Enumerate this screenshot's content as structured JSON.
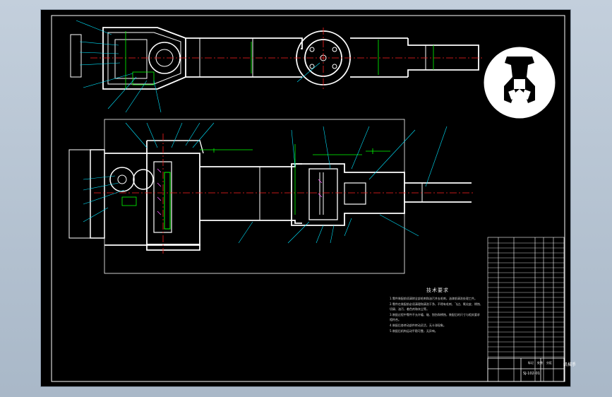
{
  "technical_requirements": {
    "title": "技术要求",
    "items": [
      "1.零件装配前须清除全部毛刺和油污并去毛刺，油漆前清洗处理工件。",
      "2.零件在装配前必须清理和清洗干净，不得有毛刺、飞边、氧化皮、锈蚀、",
      "切屑、油污、着色剂和灰尘等。",
      "3.装配过程中零件不允许磕、碰、划伤和锈蚀，装配后的尺寸与相关要求",
      "相符合。",
      "4.装配后各转动部件转动灵活，无卡滞现象。",
      "5.装配后机构运动平稳可靠，无异响。"
    ]
  },
  "title_block": {
    "drawing_name": "机械手",
    "labels": [
      "标记",
      "处数",
      "分区"
    ],
    "code": "SJ-102-01"
  },
  "colors": {
    "background_outer": "#b4c2d1",
    "sheet": "#000000",
    "outline": "#ffffff",
    "dimension": "#00ff00",
    "leader": "#00e5ff",
    "centerline": "#ff2020",
    "section": "#ff60ff"
  },
  "icons": [
    "gripper-detail-view",
    "section-view-top",
    "section-view-main"
  ]
}
